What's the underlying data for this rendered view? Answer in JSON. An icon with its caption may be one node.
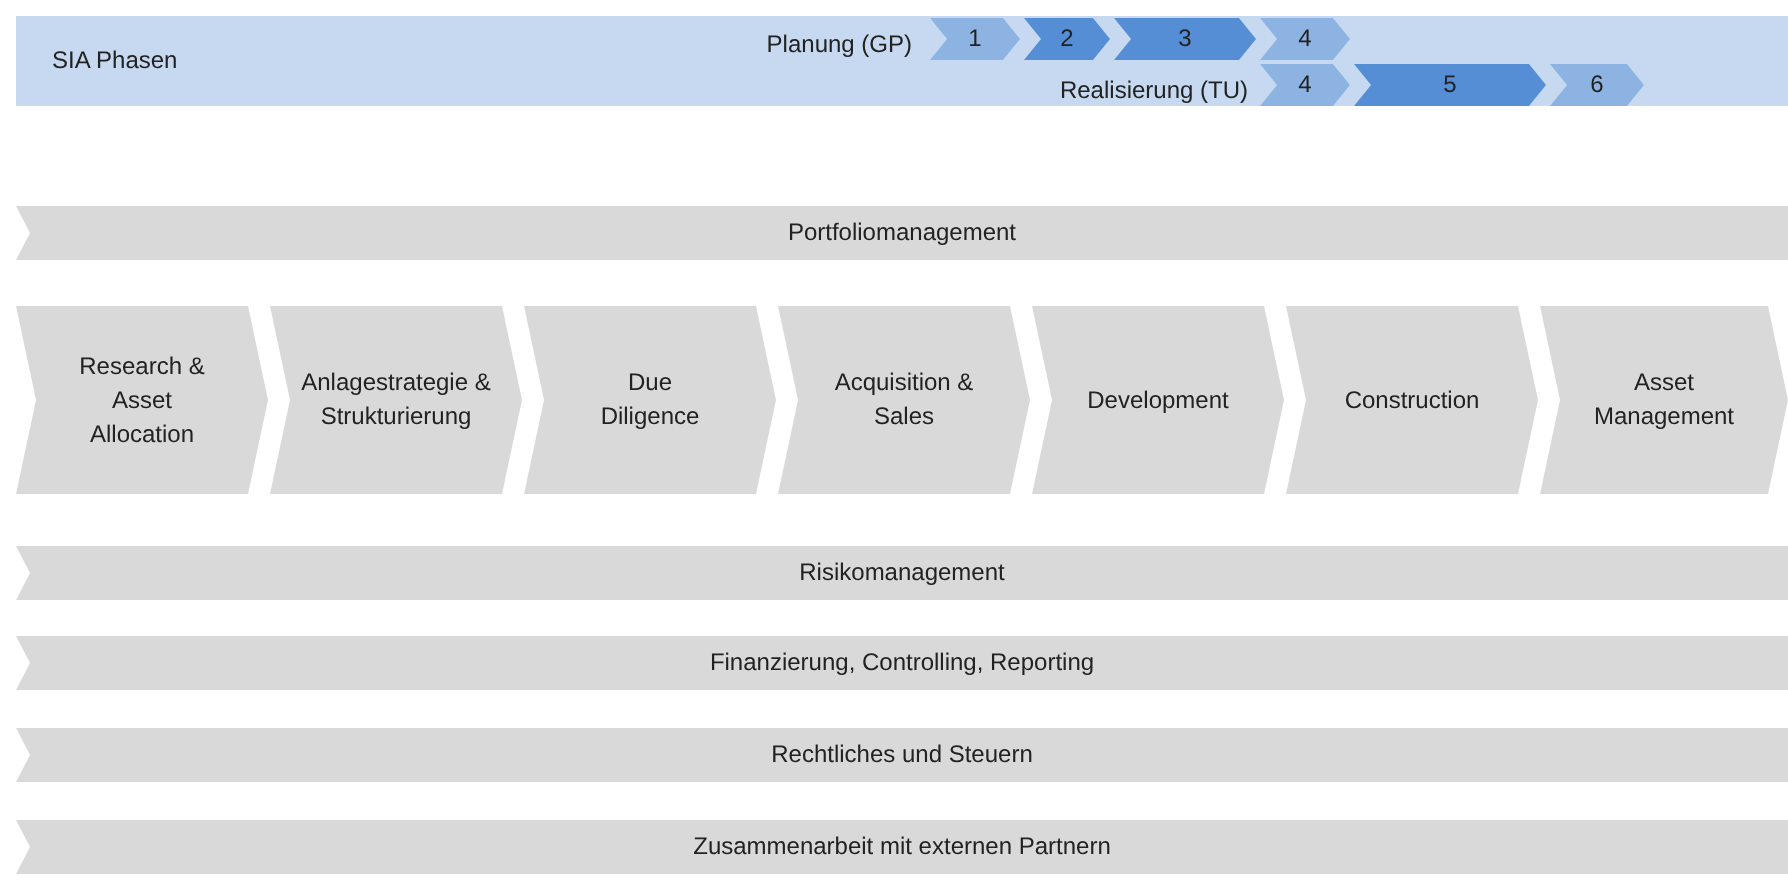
{
  "diagram": {
    "nodes": [
      {
        "text": [
          "SIA Phasen"
        ]
      },
      {
        "text": [
          "1"
        ],
        "in": 0
      },
      {
        "text": [
          "2"
        ],
        "in": 0
      },
      {
        "text": [
          "3"
        ],
        "in": 0
      },
      {
        "text": [
          "4"
        ],
        "in": 0
      },
      {
        "text": [
          "4"
        ],
        "in": 0
      },
      {
        "text": [
          "5"
        ],
        "in": 0
      },
      {
        "text": [
          "6"
        ],
        "in": 0
      },
      {
        "text": [
          "Portfoliomanagement"
        ]
      },
      {
        "text": [
          "Research & Asset Allocation"
        ]
      },
      {
        "text": [
          "Anlagestrategie & Strukturierung"
        ]
      },
      {
        "text": [
          "Due Diligence"
        ]
      },
      {
        "text": [
          "Acquisition & Sales"
        ]
      },
      {
        "text": [
          "Development"
        ]
      },
      {
        "text": [
          "Construction"
        ]
      },
      {
        "text": [
          "Asset Management"
        ]
      },
      {
        "text": [
          "Risikomanagement"
        ]
      },
      {
        "text": [
          "Finanzierung, Controlling, Reporting"
        ]
      },
      {
        "text": [
          "Rechtliches und Steuern"
        ]
      },
      {
        "text": [
          "Zusammenarbeit mit externen Partnern"
        ]
      }
    ],
    "labels": [
      "Planung (GP)",
      "Realisierung (TU)"
    ]
  }
}
